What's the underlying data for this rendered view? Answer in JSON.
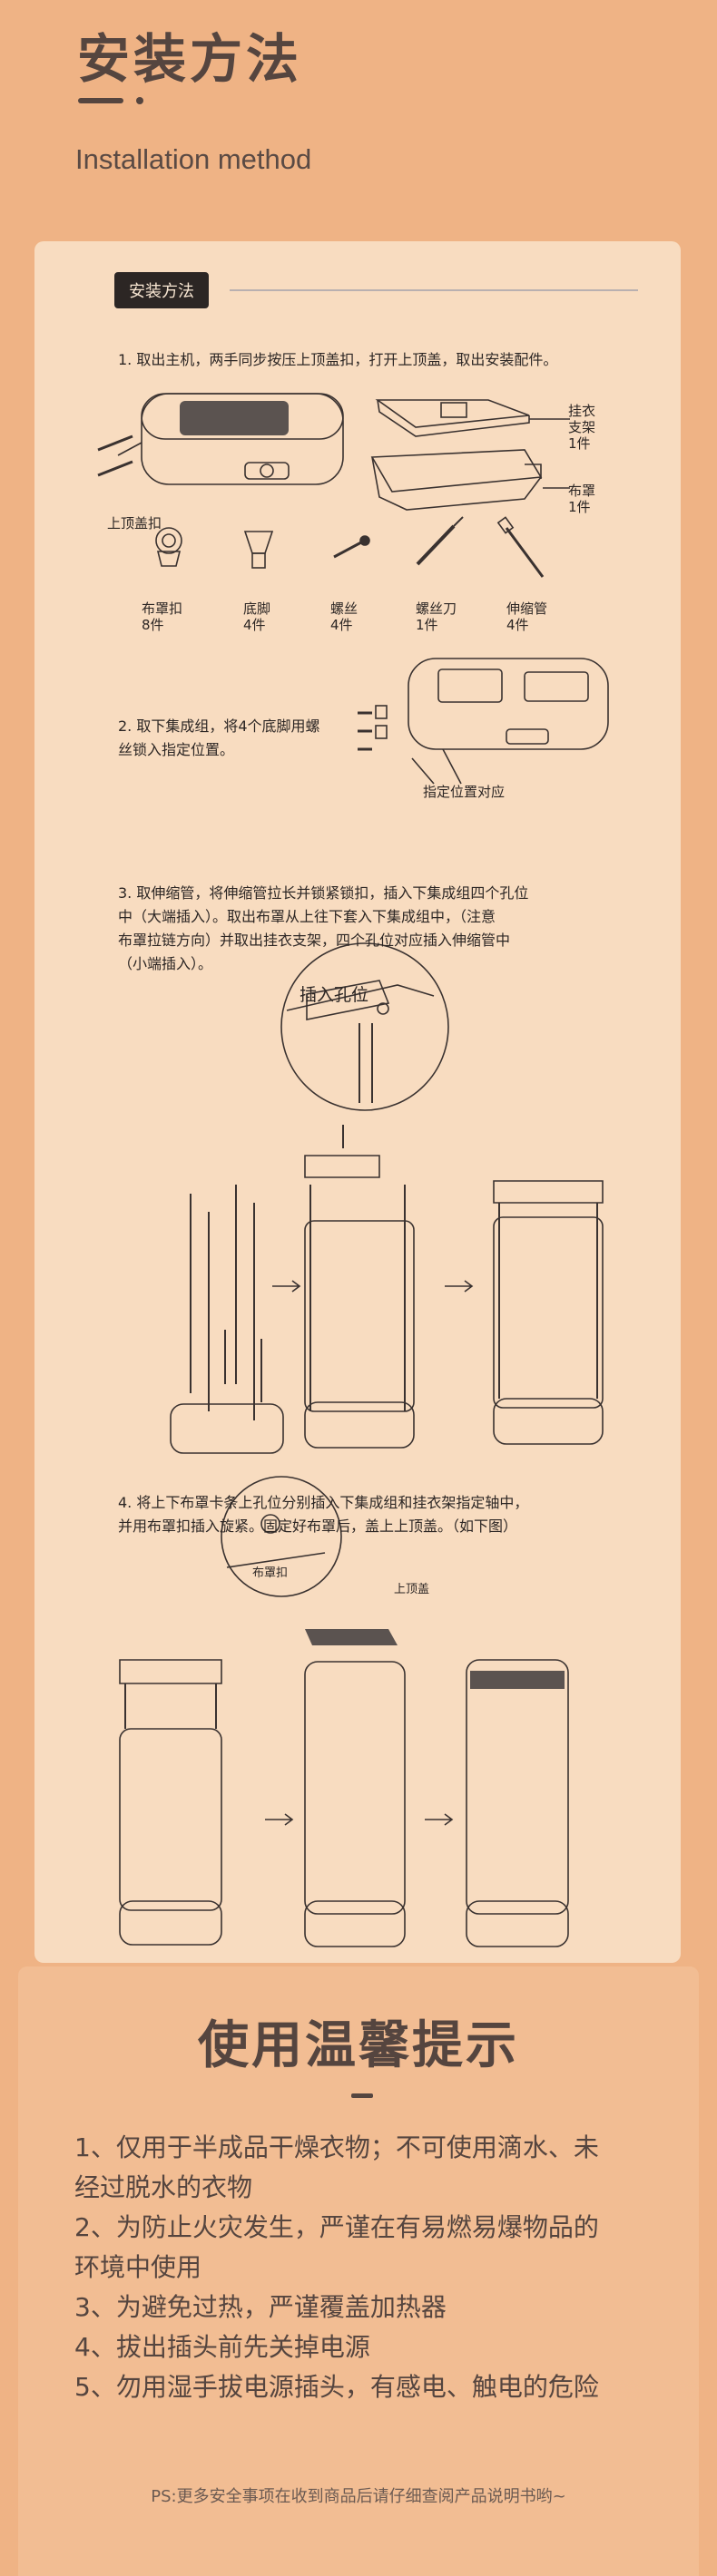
{
  "header": {
    "title": "安装方法",
    "subtitle": "Installation method"
  },
  "card": {
    "badge": "安装方法",
    "steps": [
      {
        "text_lines": [
          "1.  取出主机，两手同步按压上顶盖扣，打开上顶盖，取出安装配件。"
        ]
      },
      {
        "text_lines": [
          "2.  取下集成组，将4个底脚用螺",
          "丝锁入指定位置。"
        ]
      },
      {
        "text_lines": [
          "3.  取伸缩管，将伸缩管拉长并锁紧锁扣，插入下集成组四个孔位",
          "中（大端插入）。取出布罩从上往下套入下集成组中，（注意",
          "布罩拉链方向）并取出挂衣支架，四个孔位对应插入伸缩管中",
          "（小端插入）。"
        ]
      },
      {
        "text_lines": [
          "4.  将上下布罩卡条上孔位分别插入下集成组和挂衣架指定轴中，",
          "并用布罩扣插入旋紧。固定好布罩后，盖上上顶盖。（如下图）"
        ]
      }
    ],
    "labels": {
      "rack_lines": [
        "挂衣",
        "支架",
        "1件"
      ],
      "cover_lines": [
        "布罩",
        "1件"
      ],
      "top_clip": "上顶盖扣",
      "clip_lines": [
        "布罩扣",
        "8件"
      ],
      "foot_lines": [
        "底脚",
        "4件"
      ],
      "screw_lines": [
        "螺丝",
        "4件"
      ],
      "driver_lines": [
        "螺丝刀",
        "1件"
      ],
      "tube_lines": [
        "伸缩管",
        "4件"
      ],
      "position": "指定位置对应",
      "insert_hole": "插入孔位",
      "clip_small": "布罩扣",
      "top_cover": "上顶盖"
    }
  },
  "tips": {
    "title": "使用温馨提示",
    "items": [
      "1、仅用于半成品干燥衣物；不可使用滴水、未",
      "经过脱水的衣物",
      "2、为防止火灾发生，严谨在有易燃易爆物品的",
      "环境中使用",
      "3、为避免过热，严谨覆盖加热器",
      "4、拔出插头前先关掉电源",
      "5、勿用湿手拔电源插头，有感电、触电的危险"
    ],
    "ps": "PS:更多安全事项在收到商品后请仔细查阅产品说明书哟~"
  },
  "colors": {
    "page_bg": "#efb385",
    "card_bg": "#f8dcc0",
    "text_dark": "#55453f",
    "badge_bg": "#2c2624"
  }
}
